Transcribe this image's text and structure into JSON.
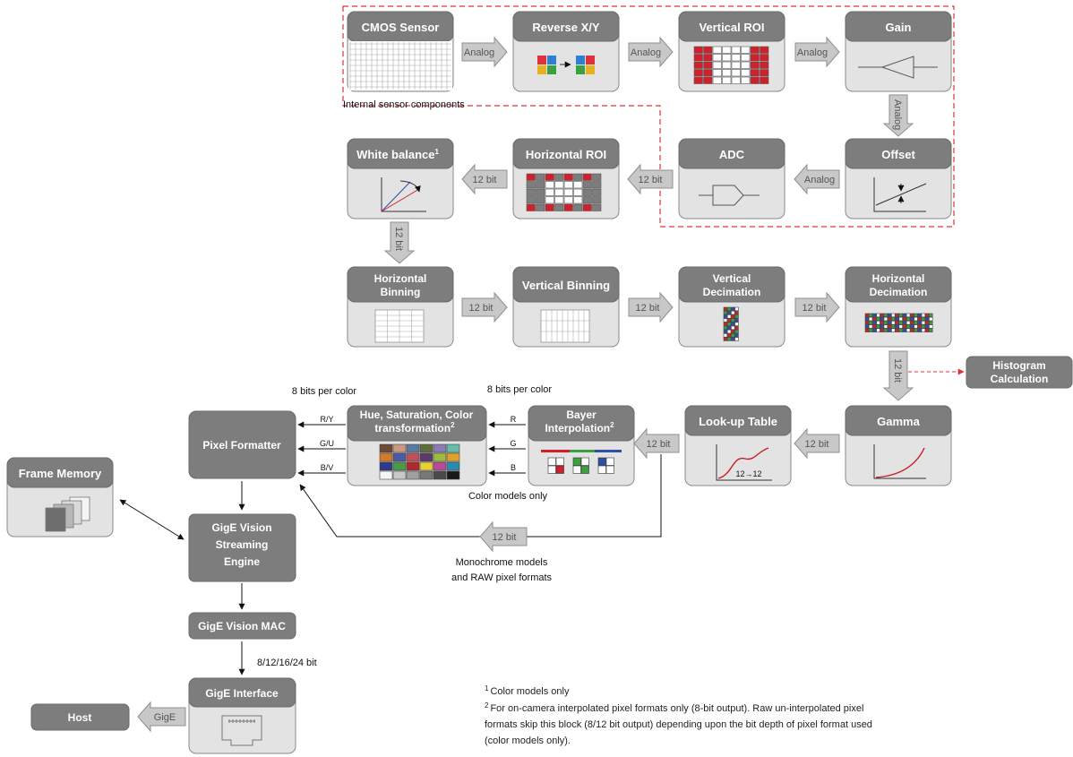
{
  "blocks": {
    "cmos_sensor": "CMOS Sensor",
    "reverse_xy": "Reverse X/Y",
    "vertical_roi": "Vertical ROI",
    "gain": "Gain",
    "offset": "Offset",
    "adc": "ADC",
    "horizontal_roi": "Horizontal ROI",
    "white_balance": "White balance",
    "horizontal_binning": [
      "Horizontal",
      "Binning"
    ],
    "vertical_binning": "Vertical Binning",
    "vertical_decimation": [
      "Vertical",
      "Decimation"
    ],
    "horizontal_decimation": [
      "Horizontal",
      "Decimation"
    ],
    "histogram": [
      "Histogram",
      "Calculation"
    ],
    "gamma": "Gamma",
    "lookup_table": "Look-up Table",
    "bayer": [
      "Bayer",
      "Interpolation"
    ],
    "hue": [
      "Hue, Saturation, Color",
      "transformation"
    ],
    "pixel_formatter": "Pixel Formatter",
    "frame_memory": "Frame Memory",
    "streaming_engine": [
      "GigE Vision",
      "Streaming",
      "Engine"
    ],
    "gige_mac": "GigE Vision MAC",
    "gige_interface": "GigE Interface",
    "host": "Host"
  },
  "superscripts": {
    "white_balance": "1",
    "bayer": "2",
    "hue": "2"
  },
  "arrows": {
    "analog": "Analog",
    "twelve_bit": "12 bit",
    "gige": "GigE"
  },
  "labels": {
    "internal_sensor": "Internal sensor components",
    "bits_per_color_left": "8 bits per color",
    "bits_per_color_right": "8 bits per color",
    "color_models_only": "Color models only",
    "mono_line1": "Monochrome models",
    "mono_line2": "and RAW pixel formats",
    "bus_width": "8/12/16/24 bit",
    "channels_out": [
      "R/Y",
      "G/U",
      "B/V"
    ],
    "channels_in": [
      "R",
      "G",
      "B"
    ],
    "lut_caption": "12→12"
  },
  "footnotes": {
    "n1_mark": "1",
    "n1": "Color models only",
    "n2_mark": "2",
    "n2_line1": "For on-camera interpolated pixel formats only (8-bit output). Raw un-interpolated pixel",
    "n2_line2": "formats skip this block (8/12 bit output) depending upon the bit depth of pixel format used",
    "n2_line3": "(color models only)."
  },
  "colors": {
    "header": "#7d7d7d",
    "body": "#e3e3e3",
    "sensor_boundary": "#e0303a",
    "roi_red": "#d0202c",
    "curve_red": "#c81e28",
    "bayer_red": "#d0202c",
    "bayer_green": "#3aa040",
    "bayer_blue": "#2f4fa6"
  }
}
